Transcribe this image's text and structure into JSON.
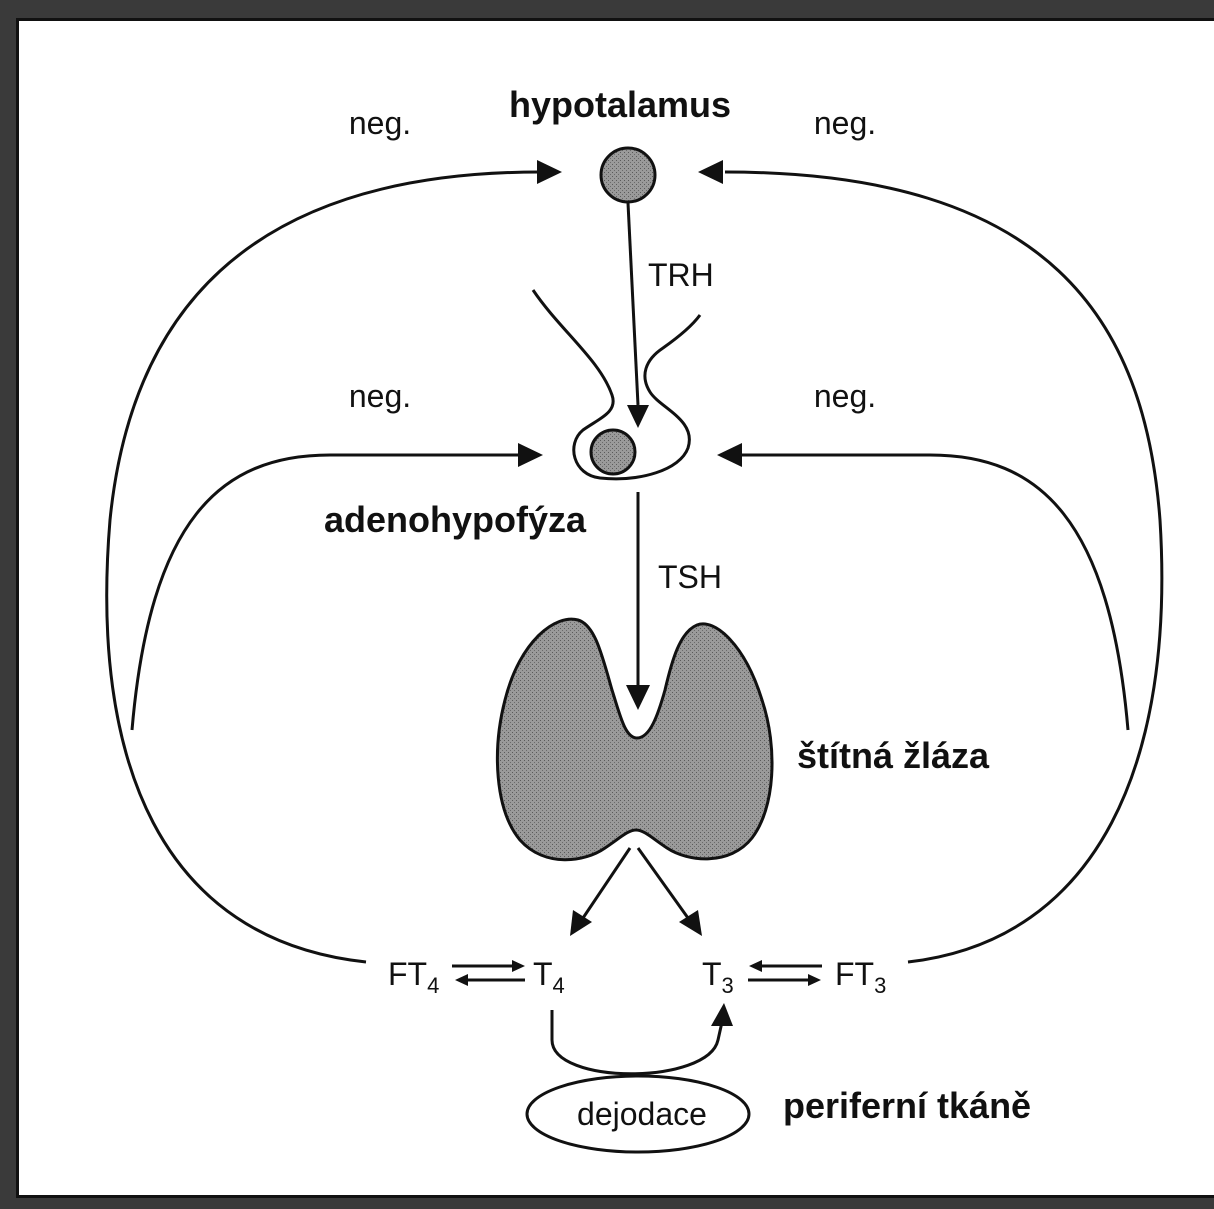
{
  "labels": {
    "hypothalamus": "hypotalamus",
    "adenohypophysis": "adenohypofýza",
    "thyroid": "štítná žláza",
    "peripheral": "periferní tkáně",
    "neg_top_left": "neg.",
    "neg_top_right": "neg.",
    "neg_mid_left": "neg.",
    "neg_mid_right": "neg.",
    "trh": "TRH",
    "tsh": "TSH",
    "deiodination": "dejodace"
  },
  "hormones": {
    "ft4_main": "FT",
    "ft4_sub": "4",
    "t4_main": "T",
    "t4_sub": "4",
    "t3_main": "T",
    "t3_sub": "3",
    "ft3_main": "FT",
    "ft3_sub": "3"
  },
  "colors": {
    "ink": "#111111",
    "gland_fill": "#8c8c8c",
    "background": "#ffffff",
    "outer_frame": "#3a3a3a"
  }
}
